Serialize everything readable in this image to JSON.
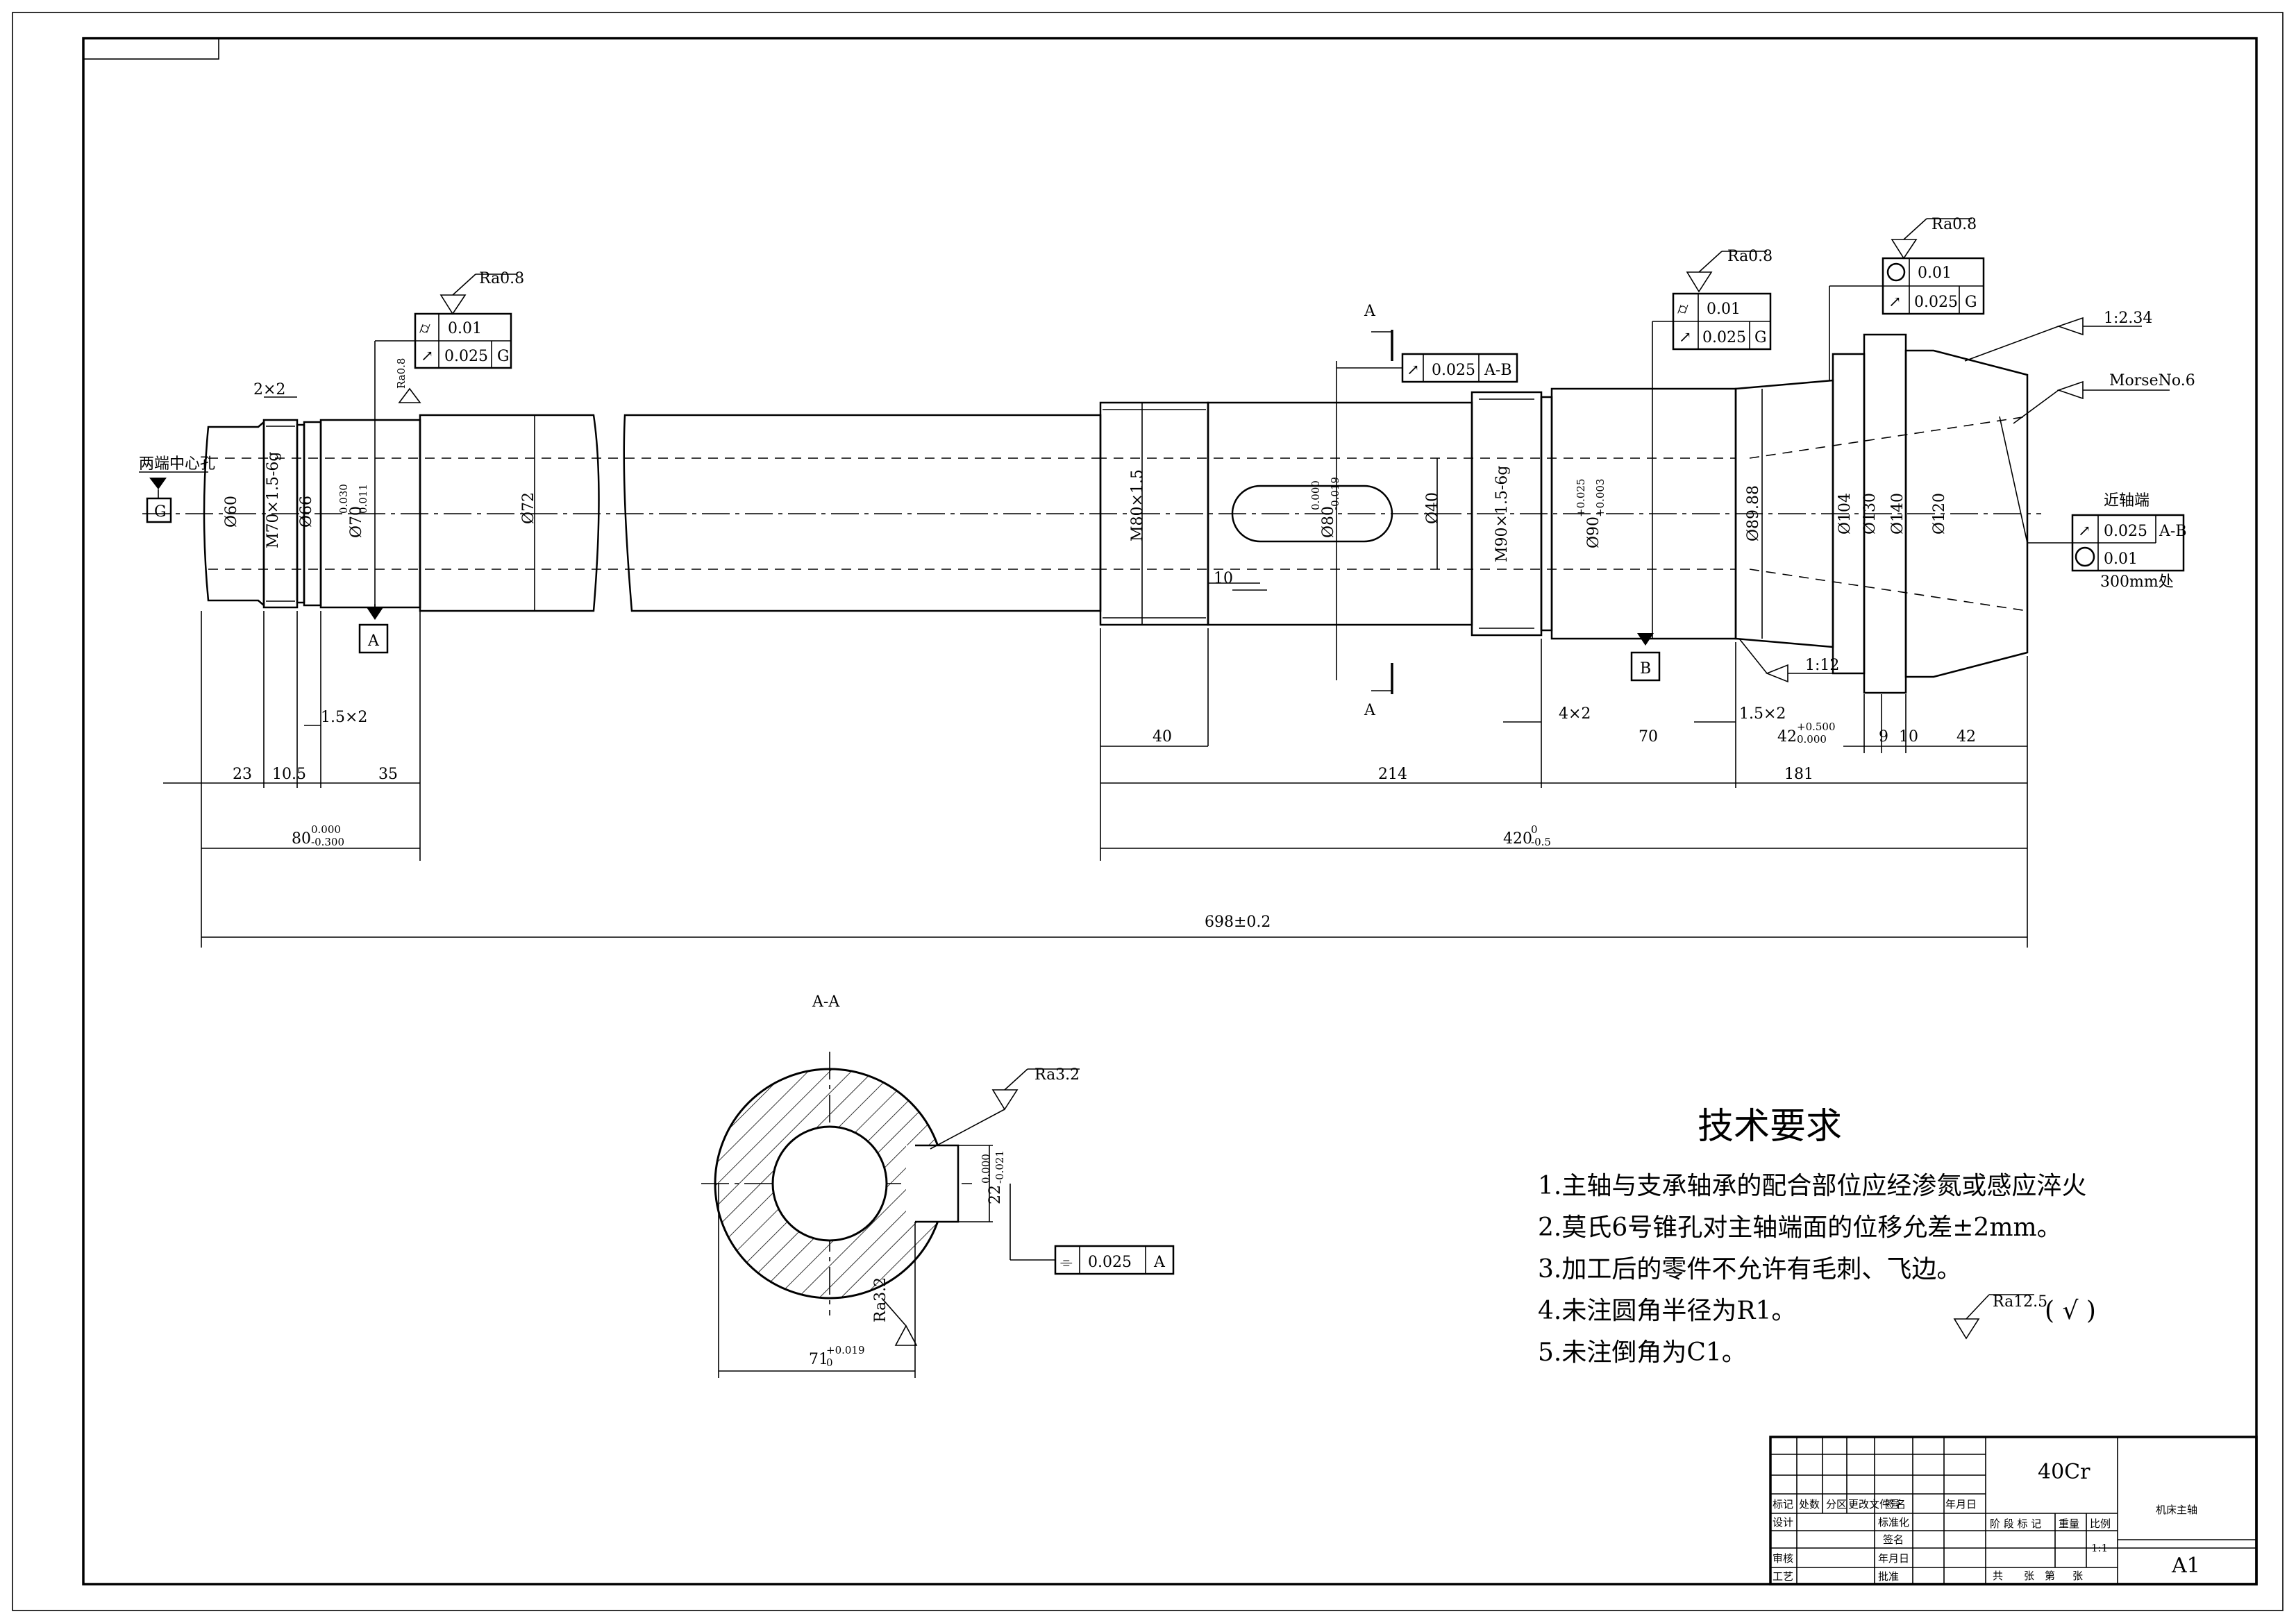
{
  "section": {
    "label": "A-A",
    "cut_mark": "A",
    "keyway_dim": "22",
    "keyway_tol_up": "0.000",
    "keyway_tol_lo": "-0.021",
    "bore_dim": "71",
    "bore_tol_up": "+0.019",
    "bore_tol_lo": "0",
    "roughness_1": "Ra3.2",
    "roughness_2": "Ra3.2",
    "sym_tol": "0.025",
    "sym_datum": "A",
    "sym_symbol": "⌯"
  },
  "requirements": {
    "title": "技术要求",
    "items": [
      "1.主轴与支承轴承的配合部位应经渗氮或感应淬火",
      "2.莫氏6号锥孔对主轴端面的位移允差±2mm。",
      "3.加工后的零件不允许有毛刺、飞边。",
      "4.未注圆角半径为R1。",
      "5.未注倒角为C1。"
    ],
    "general_roughness": "Ra12.5",
    "general_roughness_paren": "( √ )"
  },
  "shaft": {
    "center_hole_note": "两端中心孔",
    "datum_G": "G",
    "datum_A": "A",
    "datum_B": "B",
    "d60": "Ø60",
    "m70": "M70×1.5-6g",
    "d66": "Ø66",
    "d70": "Ø70",
    "d70_tol_up": "0.030",
    "d70_tol_lo": "0.011",
    "d72": "Ø72",
    "m80": "M80×1.5",
    "d80": "Ø80",
    "d80_tol_up": "0.000",
    "d80_tol_lo": "-0.019",
    "d40": "Ø40",
    "m90": "M90×1.5-6g",
    "d90": "Ø90",
    "d90_tol_up": "+0.025",
    "d90_tol_lo": "+0.003",
    "d89": "Ø89.88",
    "d104": "Ø104",
    "d130": "Ø130",
    "d140": "Ø140",
    "d120": "Ø120",
    "chamfer_2x2": "2×2",
    "chamfer_15x2_left": "1.5×2",
    "chamfer_4x2": "4×2",
    "chamfer_15x2_right": "1.5×2",
    "slot_10": "10",
    "taper_1_12": "1:12",
    "taper_1_234": "1:2.34",
    "morse": "MorseNo.6",
    "near_end": "近轴端",
    "at_300": "300mm处",
    "small_ra": "Ra0.8"
  },
  "fcf": {
    "left": {
      "roughness": "Ra0.8",
      "r1_val": "0.01",
      "r2_val": "0.025",
      "r2_datum": "G"
    },
    "mid": {
      "val": "0.025",
      "datum": "A-B"
    },
    "right": {
      "roughness": "Ra0.8",
      "r1_val": "0.01",
      "r2_val": "0.025",
      "r2_datum": "G"
    },
    "top": {
      "roughness": "Ra0.8",
      "r1_val": "0.01",
      "r2_val": "0.025",
      "r2_datum": "G"
    },
    "end": {
      "r1_val": "0.025",
      "r1_datum": "A-B",
      "r2_val": "0.01"
    }
  },
  "dims": {
    "d23": "23",
    "d10_5": "10.5",
    "d35": "35",
    "d80": "80",
    "d80_up": "0.000",
    "d80_lo": "-0.300",
    "d40": "40",
    "d214": "214",
    "d70": "70",
    "d181": "181",
    "d42a": "42",
    "d42a_up": "+0.500",
    "d42a_lo": "0.000",
    "d9": "9",
    "d10": "10",
    "d42": "42",
    "d420": "420",
    "d420_up": "0",
    "d420_lo": "-0.5",
    "d698": "698±0.2"
  },
  "title_block": {
    "material": "40Cr",
    "part_name": "机床主轴",
    "sheet_size": "A1",
    "scale": "1:1",
    "h_mark": "标记",
    "h_count": "处数",
    "h_zone": "分区",
    "h_docno": "更改文件号",
    "h_sign": "签名",
    "h_date": "年月日",
    "r_design": "设计",
    "r_std": "标准化",
    "r_review": "审核",
    "r_craft": "工艺",
    "r_approve": "批准",
    "c_stage": "阶 段 标 记",
    "c_weight": "重量",
    "c_scale": "比例",
    "c_total": "共",
    "c_sheet": "张",
    "c_no": "第",
    "c_sheets": "张",
    "c_sign": "签名",
    "c_date": "年月日"
  }
}
